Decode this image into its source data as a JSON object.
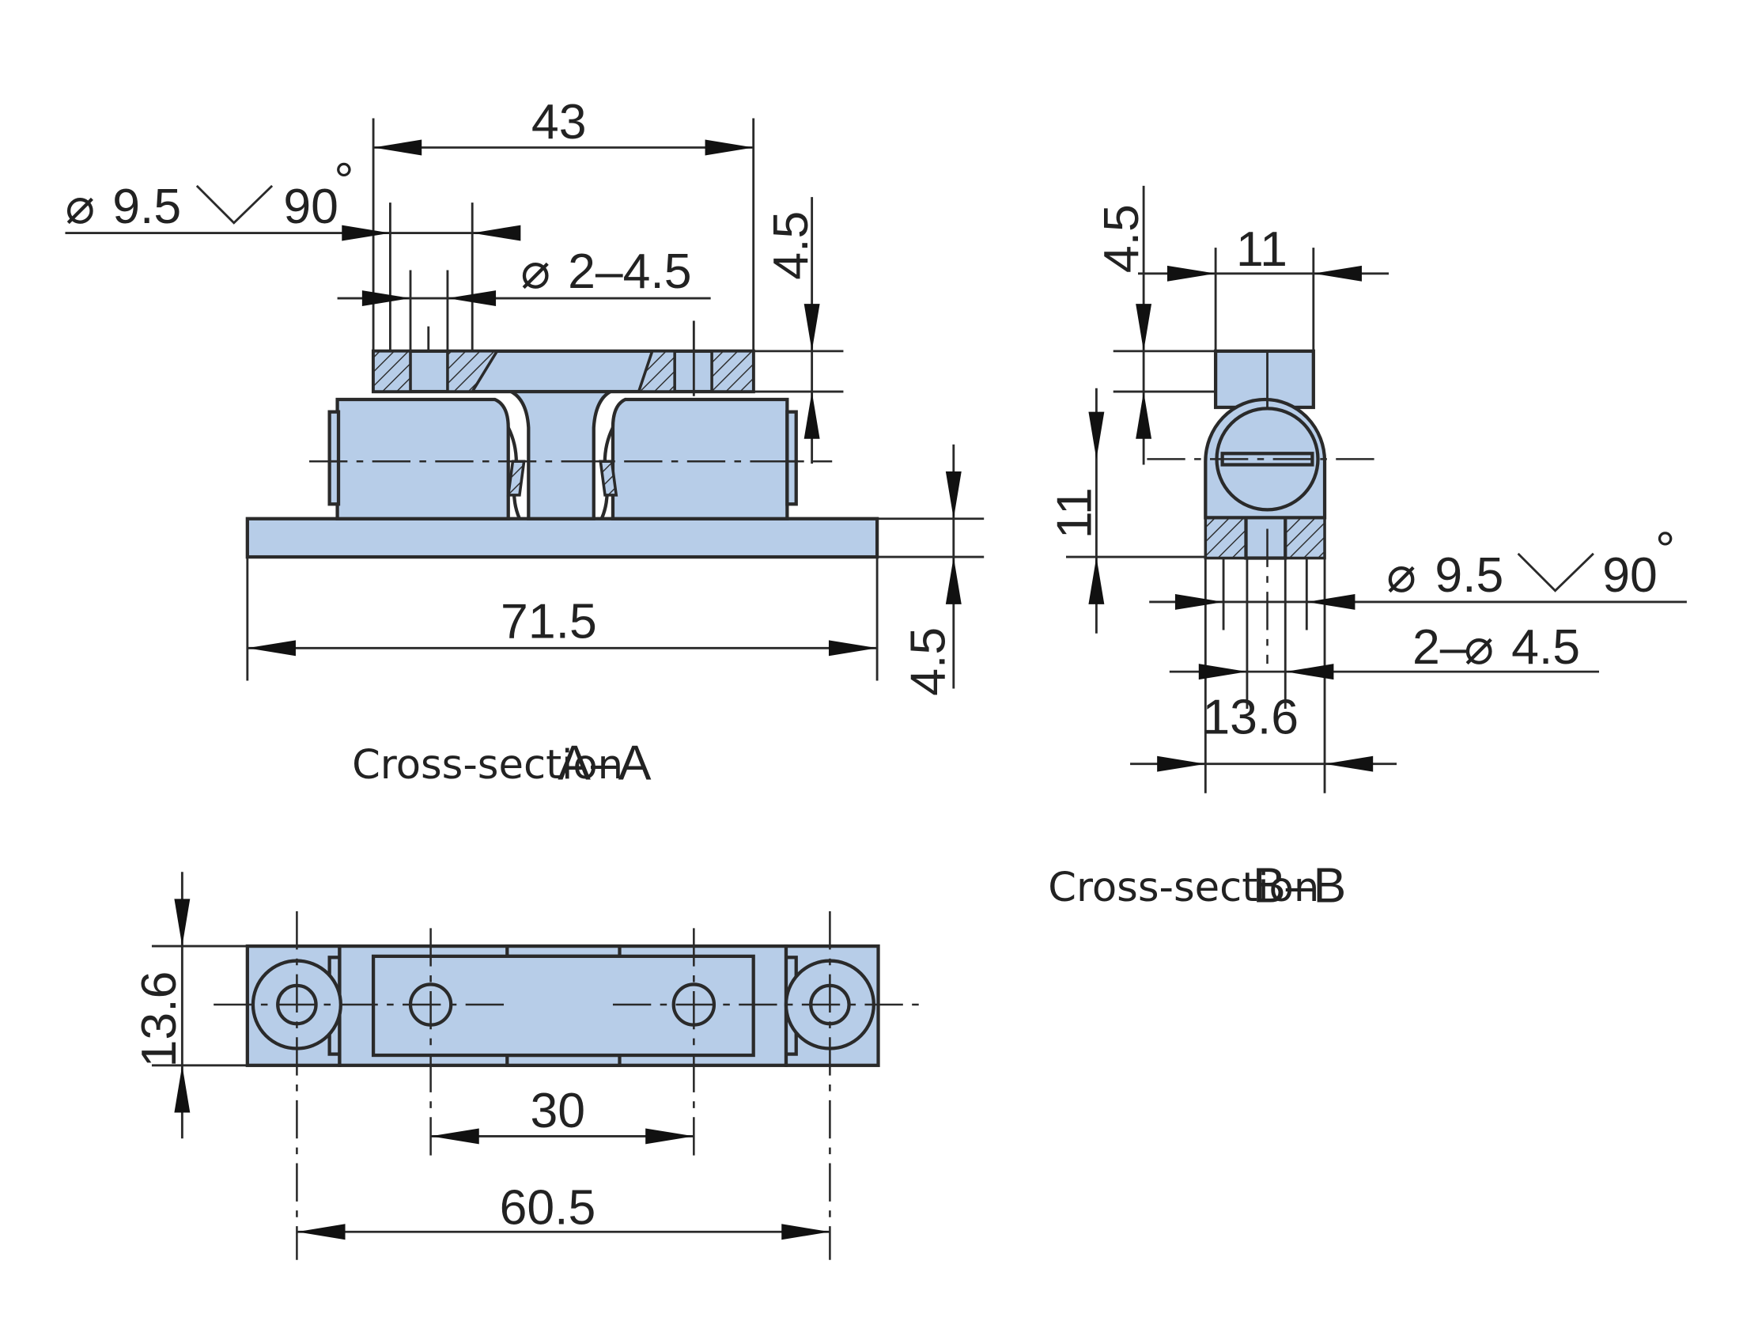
{
  "section_a": {
    "caption_word": "Cross-section",
    "caption_id": "A–A",
    "dims": {
      "top_width": "43",
      "countersink_dia_sym": "⌀",
      "countersink_dia": "9.5",
      "countersink_angle": "90",
      "degree": "°",
      "holes_sym": "⌀",
      "holes": "2–4.5",
      "plate_thickness": "4.5",
      "overall_length": "71.5",
      "base_thickness": "4.5"
    }
  },
  "section_b": {
    "caption_word": "Cross-section",
    "caption_id": "B–B",
    "dims": {
      "top_thickness": "4.5",
      "width": "11",
      "height": "11",
      "countersink_dia_sym": "⌀",
      "countersink_dia": "9.5",
      "countersink_angle": "90",
      "degree": "°",
      "holes_prefix": "2–",
      "holes_sym": "⌀",
      "holes": "4.5",
      "base_width": "13.6"
    }
  },
  "plan_view": {
    "dims": {
      "height": "13.6",
      "inner_pitch": "30",
      "outer_pitch": "60.5"
    }
  },
  "colors": {
    "part_fill": "#b7cde8",
    "line": "#2a2a2a"
  }
}
